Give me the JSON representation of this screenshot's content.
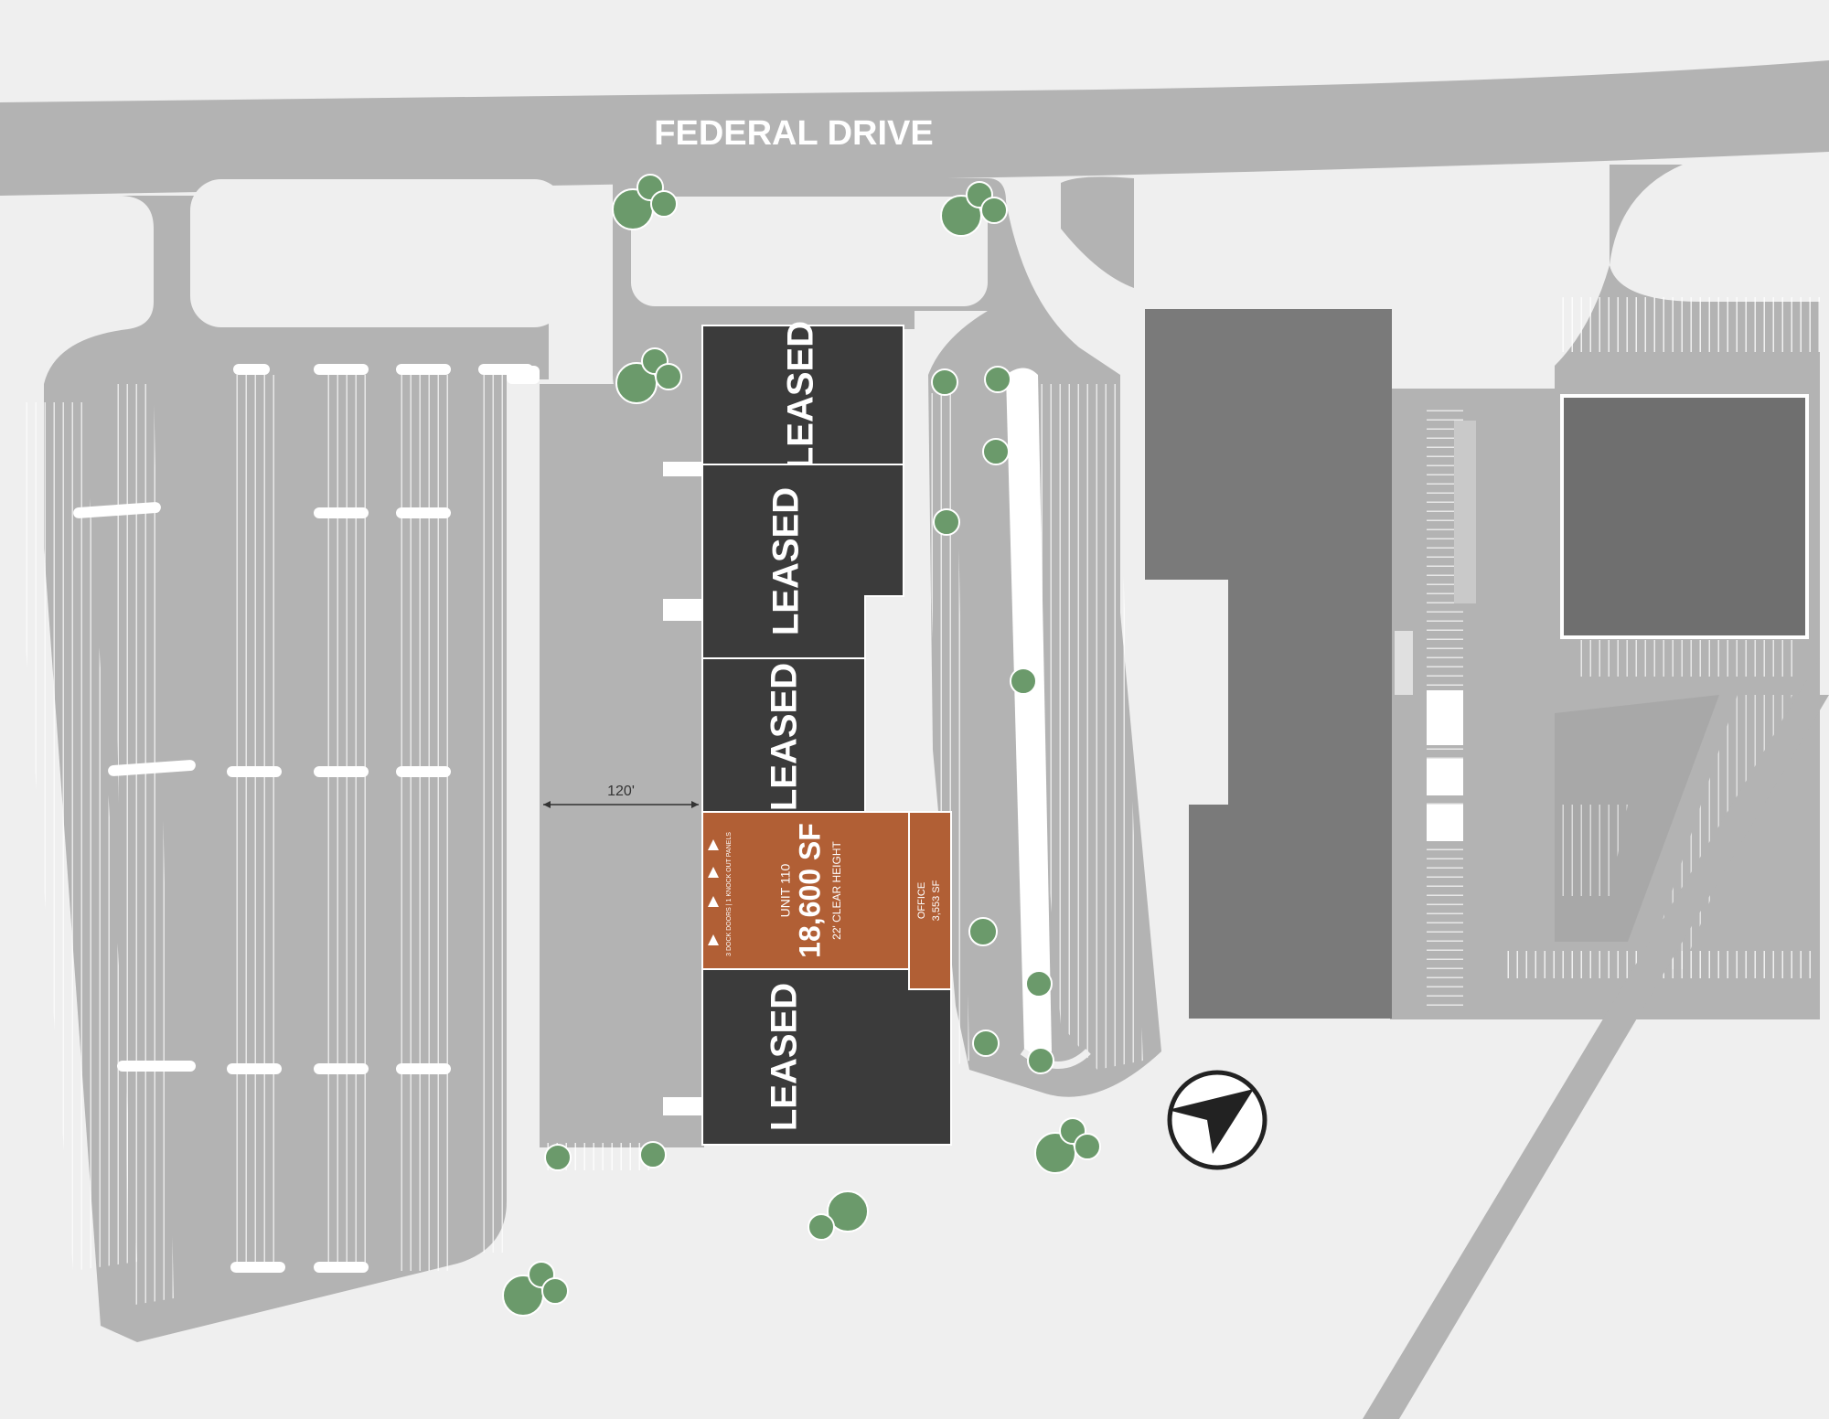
{
  "road": {
    "name": "FEDERAL DRIVE"
  },
  "buildings": [
    {
      "id": "suite-a",
      "status": "LEASED"
    },
    {
      "id": "suite-b",
      "status": "LEASED"
    },
    {
      "id": "suite-c",
      "status": "LEASED"
    },
    {
      "id": "suite-e",
      "status": "LEASED"
    }
  ],
  "unit": {
    "name": "UNIT 110",
    "area": "18,600 SF",
    "clear_height": "22' CLEAR HEIGHT",
    "doors": "3 DOCK DOORS | 1 KNOCK OUT PANELS",
    "office_label": "OFFICE",
    "office_area": "3,553 SF",
    "dock_door_count": 3,
    "knock_out_panel_count": 1
  },
  "dimension": {
    "label": "120'"
  },
  "compass": {
    "icon": "north-arrow-icon"
  },
  "colors": {
    "background": "#efefef",
    "pavement": "#b3b3b3",
    "leased": "#3b3b3b",
    "available": "#b15f35",
    "neighbor_building": "#7a7a7a",
    "tree": "#6b9a6b"
  }
}
